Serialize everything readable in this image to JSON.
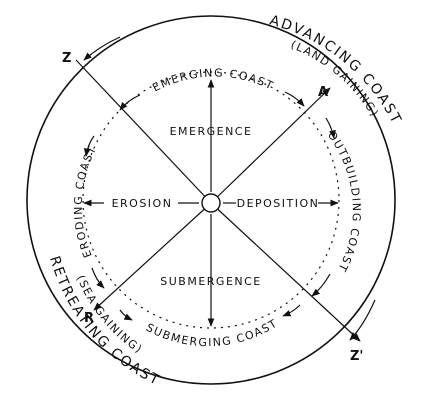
{
  "labels": {
    "emergence": "EMERGENCE",
    "submergence": "SUBMERGENCE",
    "erosion": "EROSION",
    "deposition": "DEPOSITION",
    "emerging_coast": "EMERGING COAST",
    "submerging_coast": "SUBMERGING COAST",
    "eroding_coast": "ERODING COAST",
    "outbuilding_coast": "OUTBUILDING COAST",
    "advancing_coast": "ADVANCING COAST",
    "land_gaining": "(LAND GAINING)",
    "retreating_coast": "RETREATING COAST",
    "sea_gaining": "(SEA GAINING)"
  },
  "points": {
    "z": "Z",
    "a": "A",
    "r": "R",
    "z_prime": "Z'"
  }
}
